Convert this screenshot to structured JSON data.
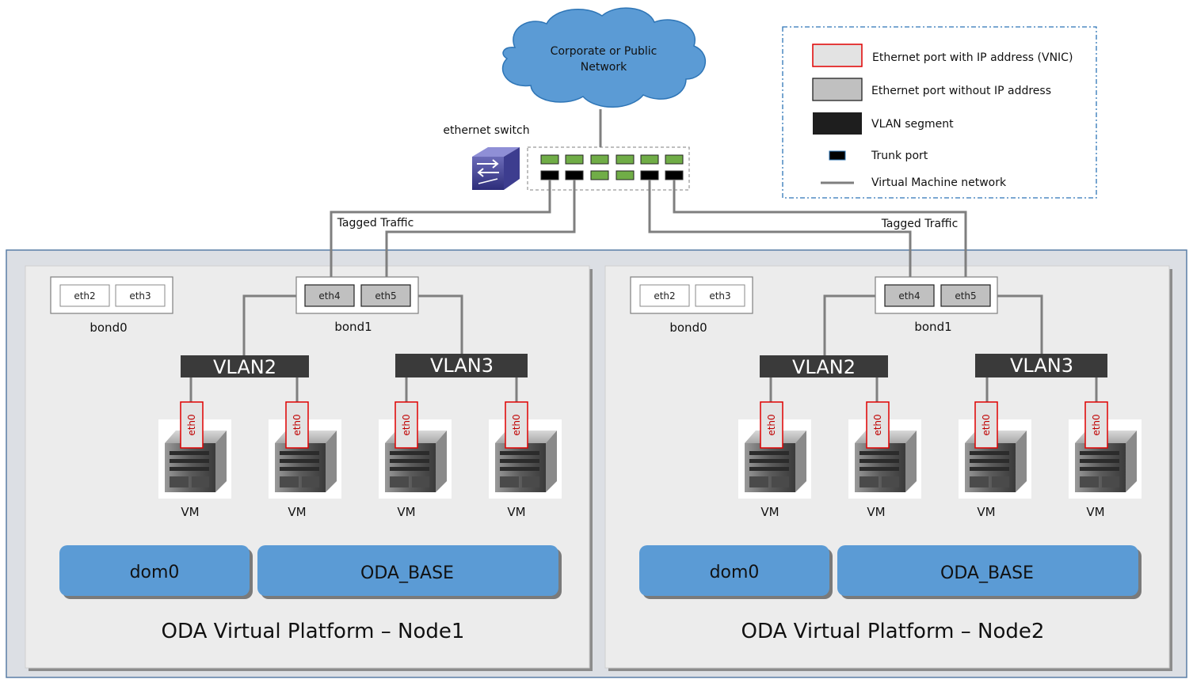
{
  "cloud": {
    "line1": "Corporate or Public",
    "line2": "Network"
  },
  "switch": {
    "label": "ethernet switch"
  },
  "tagged_traffic": [
    "Tagged Traffic",
    "Tagged Traffic"
  ],
  "legend": {
    "items": [
      {
        "label": "Ethernet port with IP address (VNIC)",
        "icon": "port-with-ip"
      },
      {
        "label": "Ethernet port without IP address",
        "icon": "port-without-ip"
      },
      {
        "label": "VLAN segment",
        "icon": "vlan-segment"
      },
      {
        "label": "Trunk port",
        "icon": "trunk-port"
      },
      {
        "label": "Virtual Machine network",
        "icon": "vm-network-line"
      }
    ]
  },
  "nodes": [
    {
      "title": "ODA Virtual Platform – Node1",
      "bond0": {
        "label": "bond0",
        "ports": [
          "eth2",
          "eth3"
        ]
      },
      "bond1": {
        "label": "bond1",
        "ports": [
          "eth4",
          "eth5"
        ]
      },
      "vlans": [
        "VLAN2",
        "VLAN3"
      ],
      "vms": [
        {
          "label": "VM",
          "vnic": "eth0"
        },
        {
          "label": "VM",
          "vnic": "eth0"
        },
        {
          "label": "VM",
          "vnic": "eth0"
        },
        {
          "label": "VM",
          "vnic": "eth0"
        }
      ],
      "domains": [
        "dom0",
        "ODA_BASE"
      ]
    },
    {
      "title": "ODA Virtual Platform – Node2",
      "bond0": {
        "label": "bond0",
        "ports": [
          "eth2",
          "eth3"
        ]
      },
      "bond1": {
        "label": "bond1",
        "ports": [
          "eth4",
          "eth5"
        ]
      },
      "vlans": [
        "VLAN2",
        "VLAN3"
      ],
      "vms": [
        {
          "label": "VM",
          "vnic": "eth0"
        },
        {
          "label": "VM",
          "vnic": "eth0"
        },
        {
          "label": "VM",
          "vnic": "eth0"
        },
        {
          "label": "VM",
          "vnic": "eth0"
        }
      ],
      "domains": [
        "dom0",
        "ODA_BASE"
      ]
    }
  ],
  "colors": {
    "line": "#7f7f7f",
    "vlan": "#3a3a3a",
    "domain": "#5b9bd5",
    "vnic_border": "#e00000",
    "port_green": "#70ad47",
    "legend_border": "#2e75b6"
  }
}
